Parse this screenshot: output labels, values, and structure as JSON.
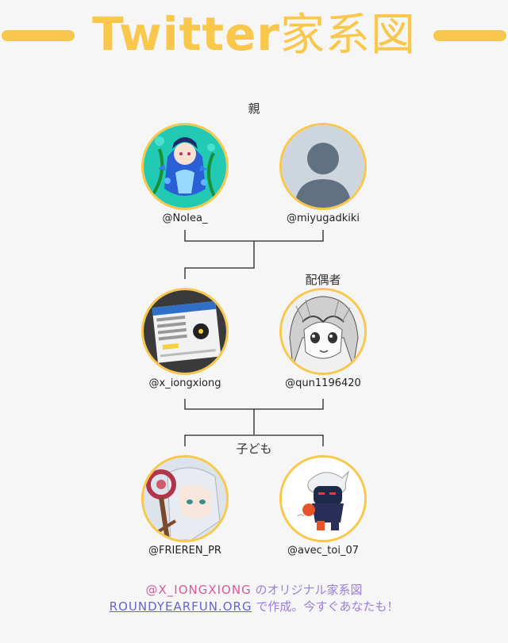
{
  "title": {
    "latin": "Twitter",
    "jp": "家系図"
  },
  "labels": {
    "parents": "親",
    "spouse": "配偶者",
    "children": "子ども"
  },
  "people": {
    "parent1": {
      "handle": "@NoIea_"
    },
    "parent2": {
      "handle": "@miyugadkiki"
    },
    "self": {
      "handle": "@x_iongxiong"
    },
    "spouse": {
      "handle": "@qun1196420"
    },
    "child1": {
      "handle": "@FRIEREN_PR"
    },
    "child2": {
      "handle": "@avec_toi_07"
    }
  },
  "footer": {
    "owner": "@X_IONGXIONG",
    "line1_suffix": " のオリジナル家系図",
    "site": "ROUNDYEARFUN.ORG",
    "line2_suffix": " で作成。今すぐあなたも！"
  },
  "colors": {
    "accent": "#f8c74b",
    "highlight": "#d6599e",
    "link": "#6a63c8",
    "footer_text": "#9b7fd6"
  }
}
